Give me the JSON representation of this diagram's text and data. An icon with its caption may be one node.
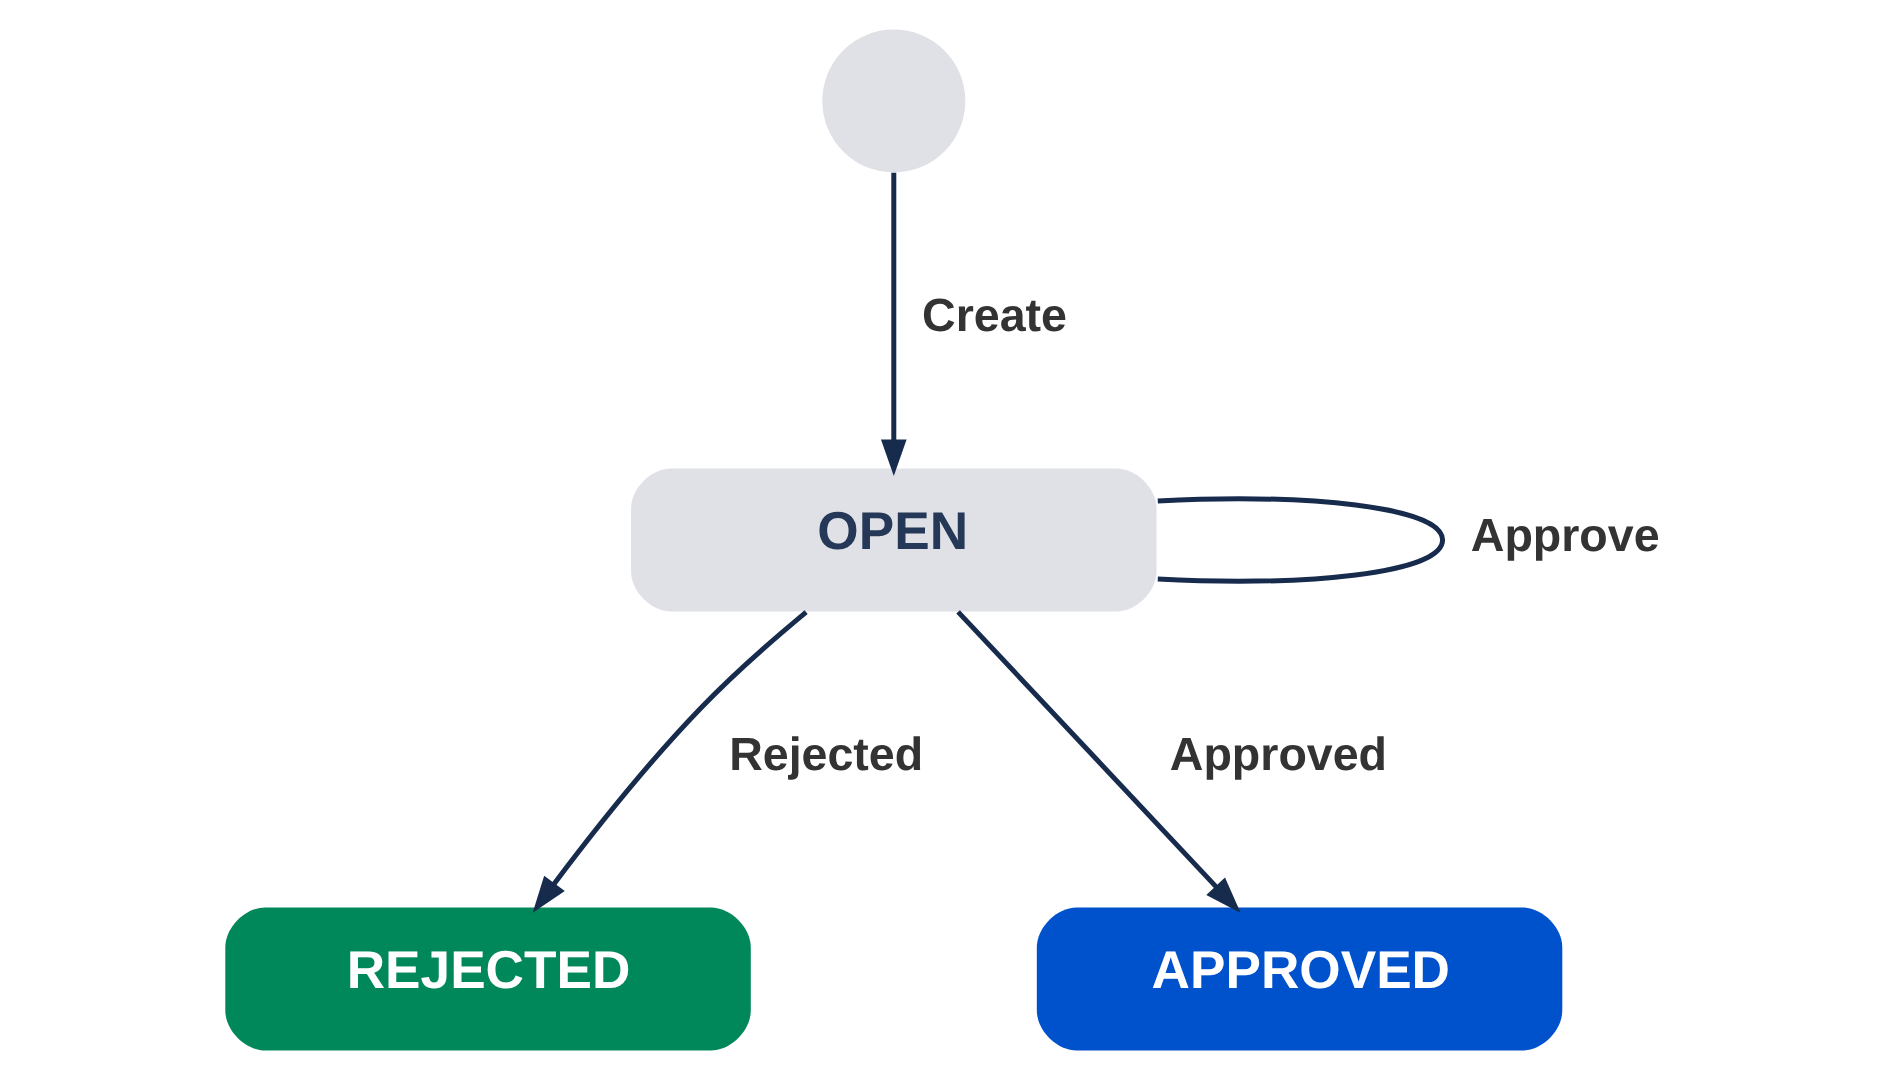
{
  "diagram": {
    "nodes": [
      {
        "text": [],
        "shape": "circle"
      },
      {
        "text": [
          "OPEN"
        ]
      },
      {
        "text": [
          "REJECTED"
        ]
      },
      {
        "text": [
          "APPROVED"
        ]
      }
    ],
    "edges": [
      {
        "from": 0,
        "to": 1,
        "arrow": "to",
        "label": "Create"
      },
      {
        "from": 1,
        "to": 1,
        "arrow": "none",
        "label": "Approve"
      },
      {
        "from": 1,
        "to": 2,
        "arrow": "to",
        "label": "Rejected"
      },
      {
        "from": 1,
        "to": 3,
        "arrow": "to",
        "label": "Approved"
      }
    ]
  }
}
